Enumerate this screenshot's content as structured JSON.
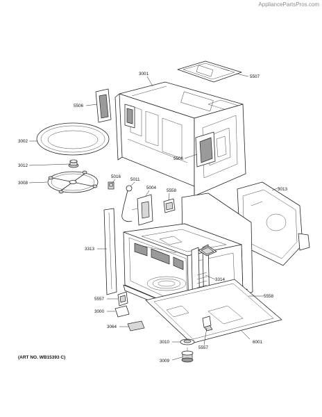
{
  "watermark": "AppliancePartsPros.com",
  "art_number": "(ART NO. WB15393 C)",
  "callouts": [
    {
      "id": "c3001",
      "label": "3001"
    },
    {
      "id": "c5507",
      "label": "5507"
    },
    {
      "id": "c5506a",
      "label": "5506"
    },
    {
      "id": "c5506b",
      "label": "5506"
    },
    {
      "id": "c3002",
      "label": "3002"
    },
    {
      "id": "c3012",
      "label": "3012"
    },
    {
      "id": "c3008",
      "label": "3008"
    },
    {
      "id": "c5016",
      "label": "5016"
    },
    {
      "id": "c5011",
      "label": "5011"
    },
    {
      "id": "c5004",
      "label": "5004"
    },
    {
      "id": "c5558a",
      "label": "5558"
    },
    {
      "id": "c3013",
      "label": "3013"
    },
    {
      "id": "c3313",
      "label": "3313"
    },
    {
      "id": "c3314",
      "label": "3314"
    },
    {
      "id": "c5558b",
      "label": "5558"
    },
    {
      "id": "c5557a",
      "label": "5557"
    },
    {
      "id": "c3000",
      "label": "3000"
    },
    {
      "id": "c3064",
      "label": "3064"
    },
    {
      "id": "c3010",
      "label": "3010"
    },
    {
      "id": "c5557b",
      "label": "5557"
    },
    {
      "id": "c6001",
      "label": "6001"
    },
    {
      "id": "c3009",
      "label": "3009"
    }
  ]
}
